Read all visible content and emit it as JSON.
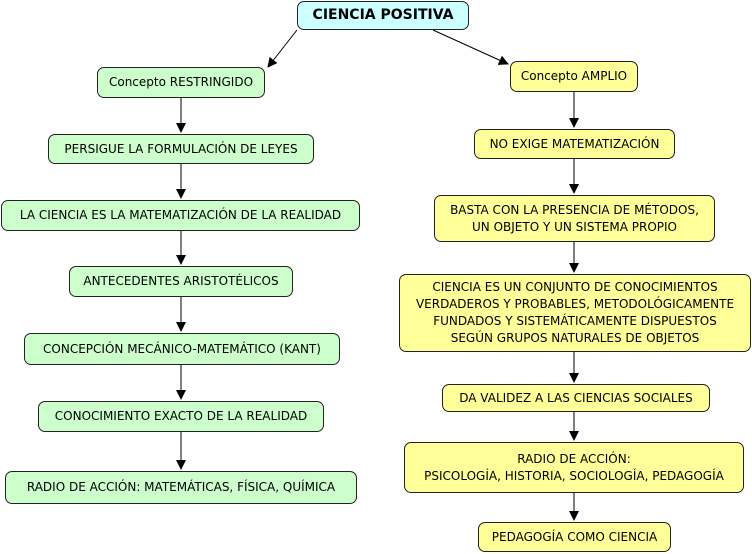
{
  "root": {
    "label": "CIENCIA POSITIVA"
  },
  "left": {
    "head": "Concepto RESTRINGIDO",
    "items": [
      "PERSIGUE LA FORMULACIÓN DE LEYES",
      "LA CIENCIA ES LA MATEMATIZACIÓN DE LA REALIDAD",
      "ANTECEDENTES ARISTOTÉLICOS",
      "CONCEPCIÓN MECÁNICO-MATEMÁTICO (KANT)",
      "CONOCIMIENTO EXACTO DE LA REALIDAD",
      "RADIO DE ACCIÓN: MATEMÁTICAS, FÍSICA, QUÍMICA"
    ]
  },
  "right": {
    "head": "Concepto AMPLIO",
    "items": [
      "NO EXIGE MATEMATIZACIÓN",
      "BASTA CON LA PRESENCIA DE MÉTODOS,\nUN OBJETO Y UN SISTEMA PROPIO",
      "CIENCIA ES UN CONJUNTO DE CONOCIMIENTOS\nVERDADEROS Y PROBABLES, METODOLÓGICAMENTE\nFUNDADOS Y SISTEMÁTICAMENTE DISPUESTOS\nSEGÚN GRUPOS NATURALES DE OBJETOS",
      "DA VALIDEZ A LAS CIENCIAS SOCIALES",
      "RADIO DE ACCIÓN:\nPSICOLOGÍA, HISTORIA, SOCIOLOGÍA, PEDAGOGÍA",
      "PEDAGOGÍA COMO CIENCIA"
    ]
  },
  "colors": {
    "root_fill": "#ccffff",
    "left_fill": "#ccffcc",
    "right_fill": "#ffff99",
    "line": "#000000"
  }
}
